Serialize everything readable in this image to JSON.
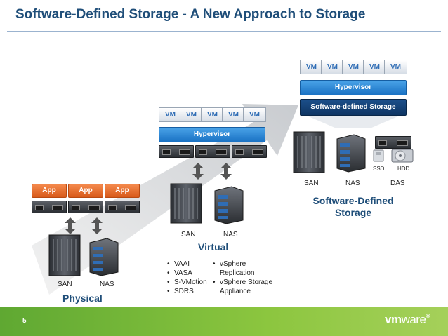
{
  "title": "Software-Defined Storage - A New Approach to Storage",
  "vm_label": "VM",
  "app_label": "App",
  "physical": {
    "heading": "Physical",
    "san": "SAN",
    "nas": "NAS"
  },
  "virtual": {
    "heading": "Virtual",
    "hypervisor": "Hypervisor",
    "san": "SAN",
    "nas": "NAS",
    "bullets_left": [
      "VAAI",
      "VASA",
      "S-VMotion",
      "SDRS"
    ],
    "bullets_right": [
      "vSphere Replication",
      "vSphere Storage Appliance"
    ]
  },
  "sds": {
    "heading": "Software-Defined Storage",
    "hypervisor": "Hypervisor",
    "layer": "Software-defined Storage",
    "san": "SAN",
    "nas": "NAS",
    "das": "DAS",
    "ssd": "SSD",
    "hdd": "HDD"
  },
  "footer": {
    "page_number": "5",
    "logo_bold": "vm",
    "logo_light": "ware",
    "logo_reg": "®"
  },
  "colors": {
    "title": "#1f4e79",
    "vm_text": "#2f6db5",
    "hypervisor": "#1a72c4",
    "sds_layer": "#0f3563",
    "app": "#e06a2a",
    "footer": "#8cc63f"
  }
}
